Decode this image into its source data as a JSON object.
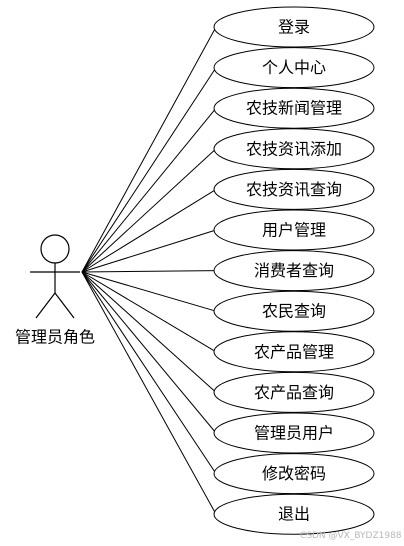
{
  "actor": {
    "label": "管理员角色"
  },
  "use_cases": [
    {
      "label": "登录"
    },
    {
      "label": "个人中心"
    },
    {
      "label": "农技新闻管理"
    },
    {
      "label": "农技资讯添加"
    },
    {
      "label": "农技资讯查询"
    },
    {
      "label": "用户管理"
    },
    {
      "label": "消费者查询"
    },
    {
      "label": "农民查询"
    },
    {
      "label": "农产品管理"
    },
    {
      "label": "农产品查询"
    },
    {
      "label": "管理员用户"
    },
    {
      "label": "修改密码"
    },
    {
      "label": "退出"
    }
  ],
  "watermark": "CSDN @VX_BYDZ1988"
}
